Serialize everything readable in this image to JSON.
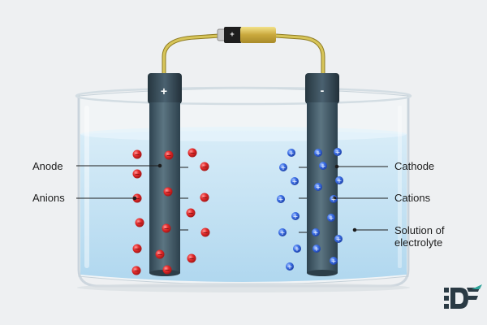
{
  "labels": {
    "anode": "Anode",
    "anions": "Anions",
    "cathode": "Cathode",
    "cations": "Cations",
    "solution": "Solution of electrolyte"
  },
  "electrodes": {
    "anode_symbol": "+",
    "cathode_symbol": "-"
  },
  "battery": {
    "positive_symbol": "+"
  },
  "colors": {
    "background": "#eef0f2",
    "electrolyte": "#bfe0f2",
    "electrode": "#3f5663",
    "wire": "#c9b64a",
    "battery_gold": "#d4b84a",
    "anion_red": "#e02a2a",
    "cation_blue": "#3a6fe0"
  },
  "icons": {
    "logo": "brand-logo-icon"
  }
}
